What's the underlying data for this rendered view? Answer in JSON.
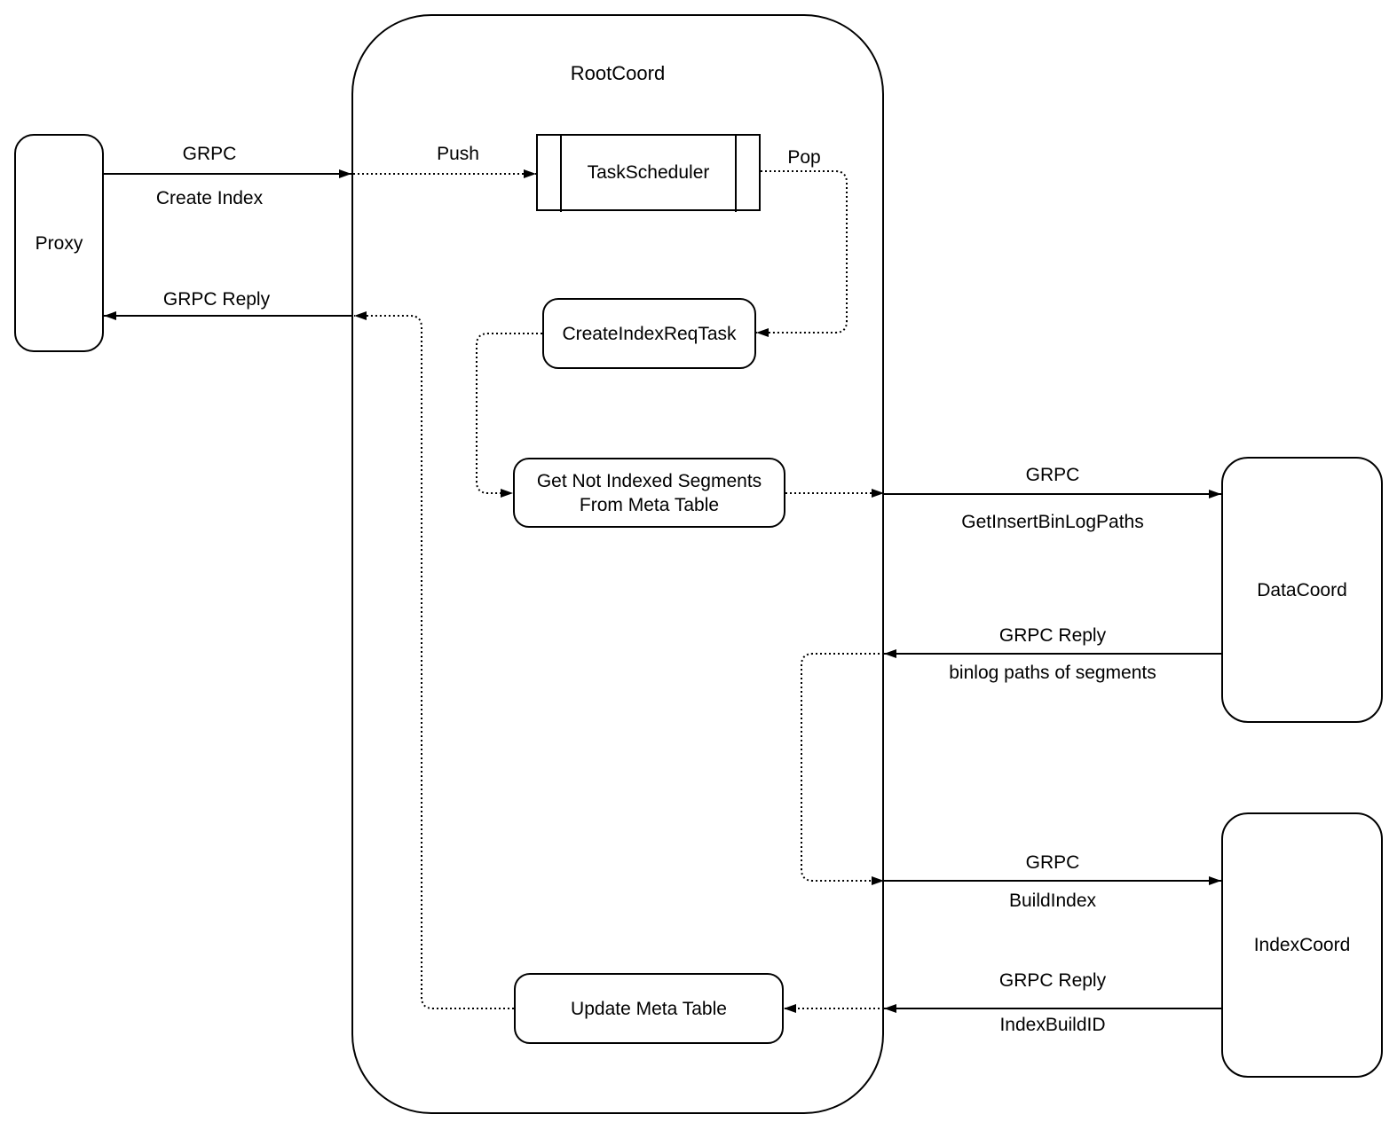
{
  "diagram": {
    "container_title": "RootCoord",
    "nodes": {
      "proxy": {
        "label": "Proxy"
      },
      "task_scheduler": {
        "label": "TaskScheduler"
      },
      "create_index_req_task": {
        "label": "CreateIndexReqTask"
      },
      "get_not_indexed_segments": {
        "label_line1": "Get Not Indexed Segments",
        "label_line2": "From Meta Table"
      },
      "update_meta_table": {
        "label": "Update Meta Table"
      },
      "data_coord": {
        "label": "DataCoord"
      },
      "index_coord": {
        "label": "IndexCoord"
      }
    },
    "edge_labels": {
      "grpc_create_index_line1": "GRPC",
      "grpc_create_index_line2": "Create Index",
      "grpc_reply_proxy": "GRPC Reply",
      "push": "Push",
      "pop": "Pop",
      "get_insert_binlog_line1": "GRPC",
      "get_insert_binlog_line2": "GetInsertBinLogPaths",
      "reply_binlog_line1": "GRPC Reply",
      "reply_binlog_line2": "binlog paths of segments",
      "build_index_line1": "GRPC",
      "build_index_line2": "BuildIndex",
      "reply_index_build_line1": "GRPC Reply",
      "reply_index_build_line2": "IndexBuildID"
    },
    "colors": {
      "stroke": "#000000",
      "background": "#ffffff"
    }
  }
}
